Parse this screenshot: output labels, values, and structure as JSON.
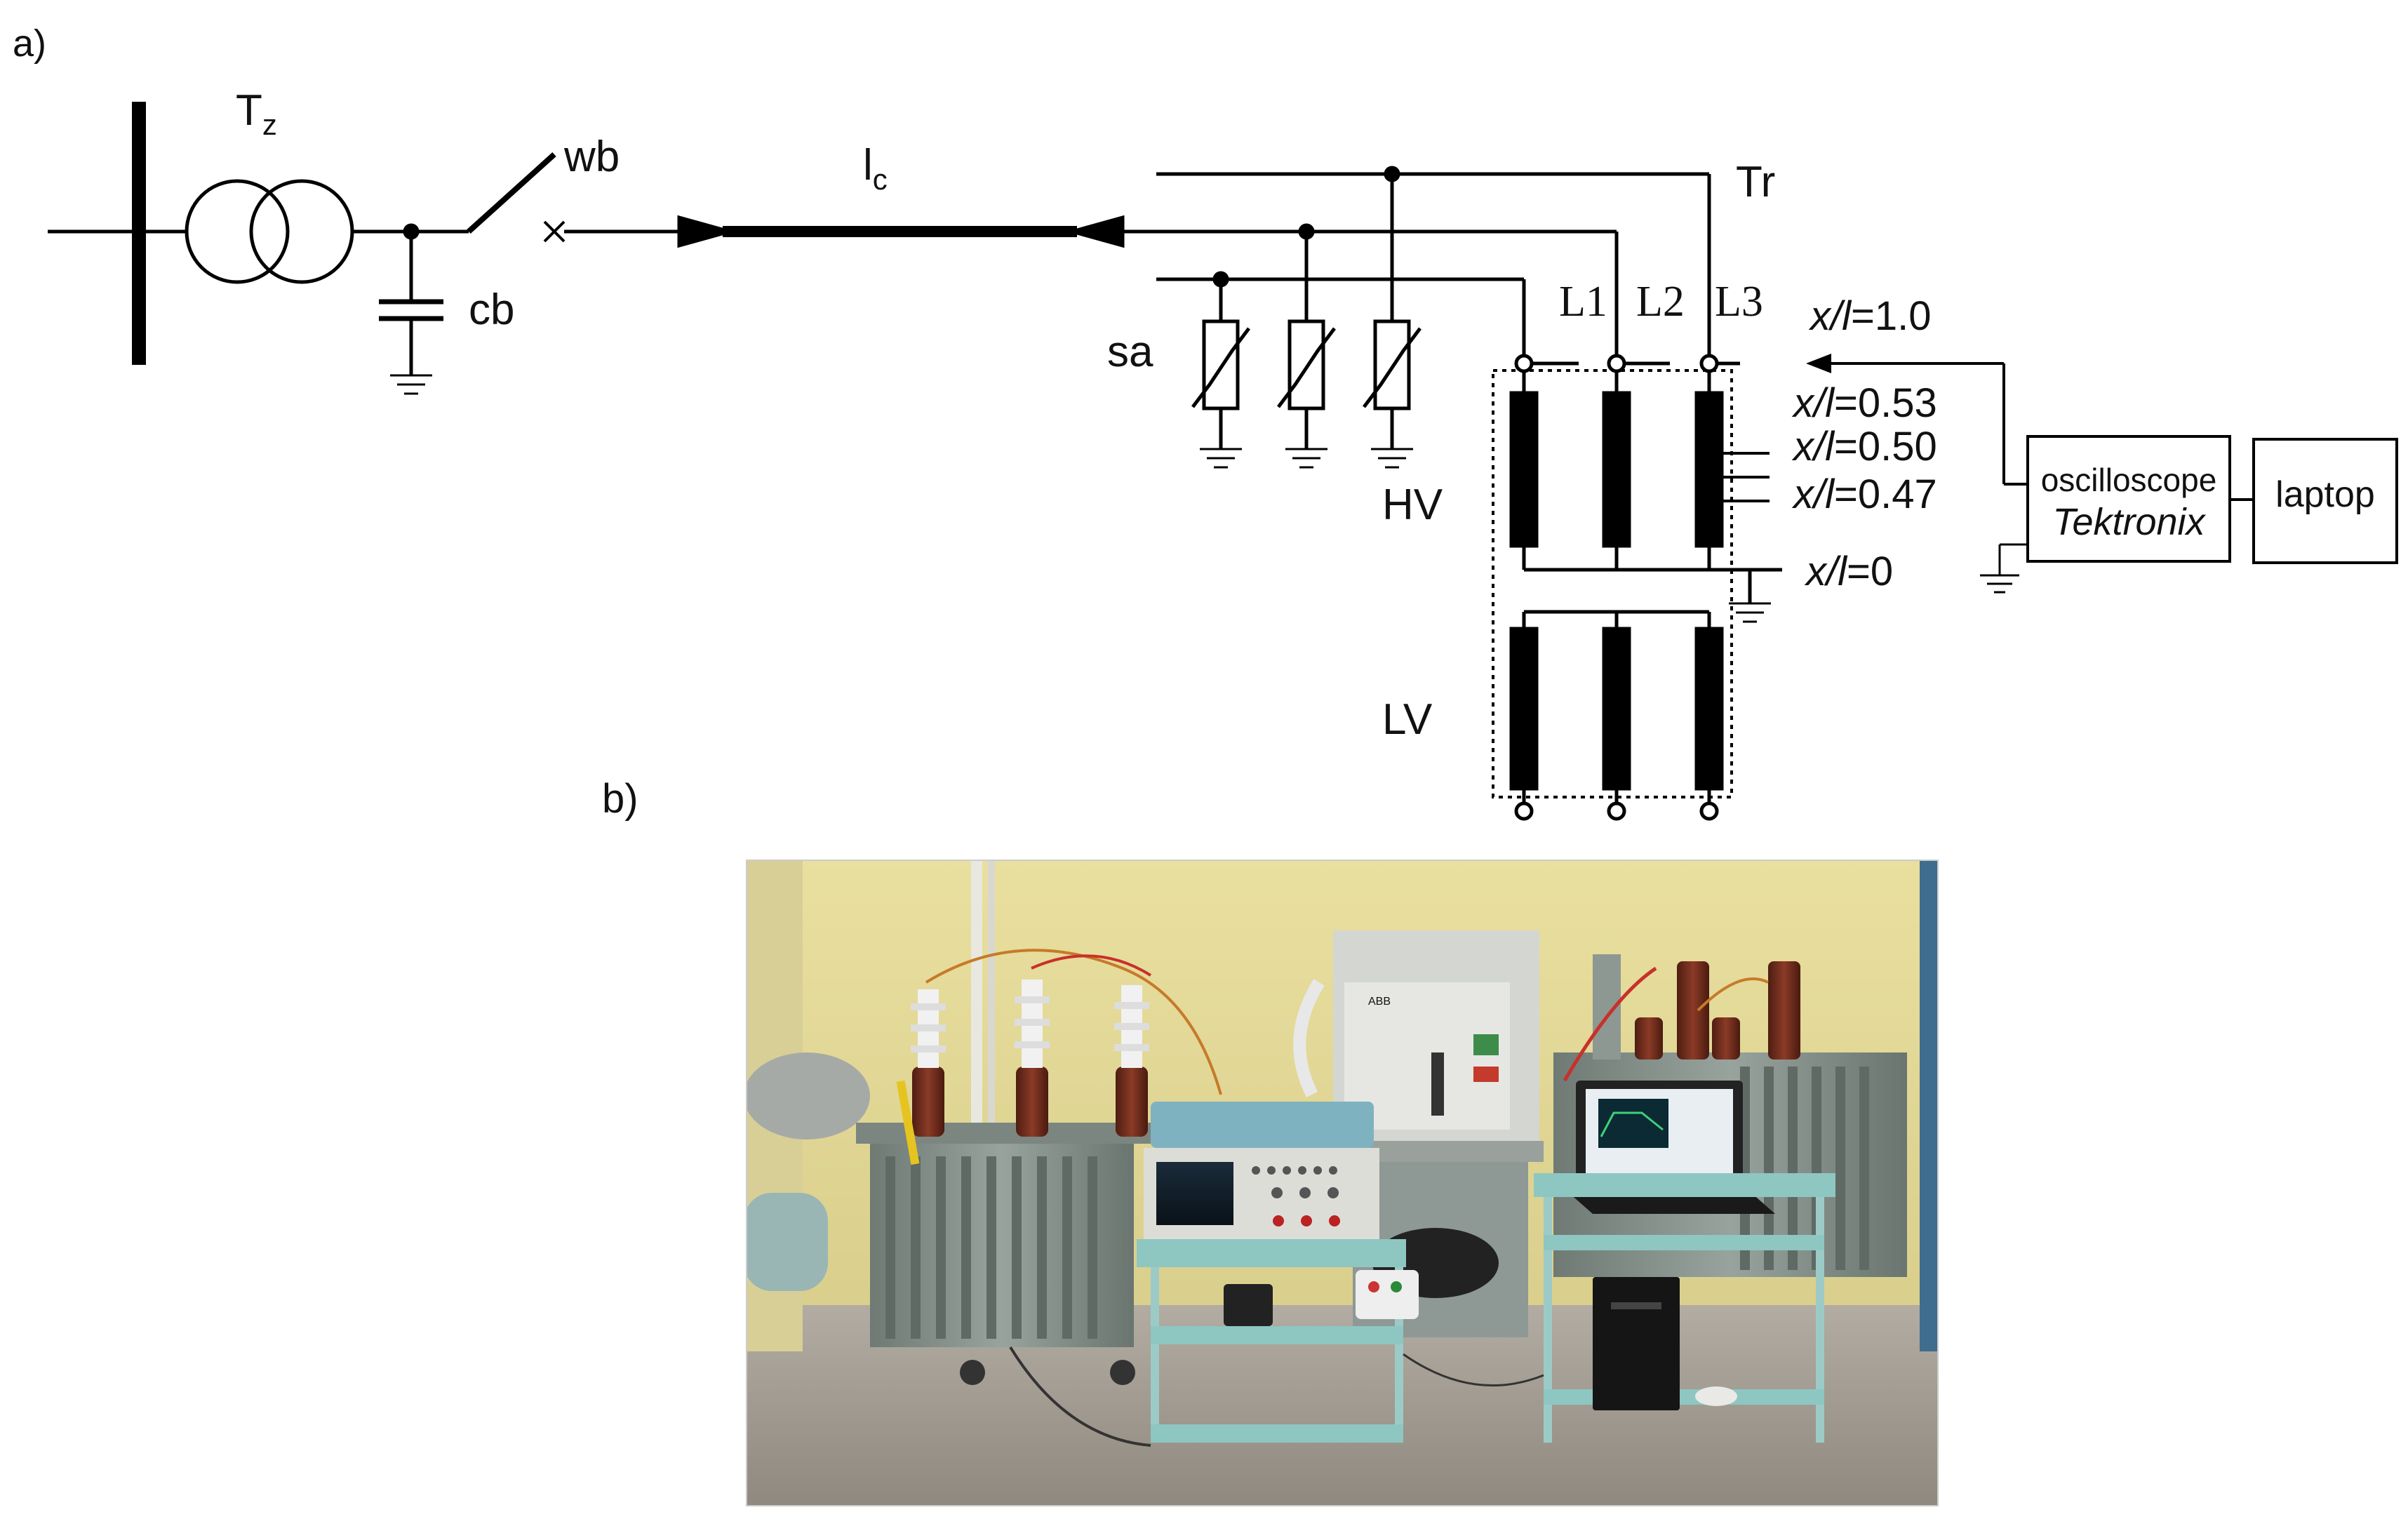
{
  "panel_a": {
    "label": "a)",
    "labels": {
      "tz": "T",
      "tz_sub": "z",
      "wb": "wb",
      "cb": "cb",
      "lc": "l",
      "lc_sub": "c",
      "tr": "Tr",
      "sa": "sa",
      "l1": "L1",
      "l2": "L2",
      "l3": "L3",
      "hv": "HV",
      "lv": "LV"
    },
    "taps": [
      {
        "var": "x/l",
        "value": "=1.0"
      },
      {
        "var": "x/l",
        "value": "=0.53"
      },
      {
        "var": "x/l",
        "value": "=0.50"
      },
      {
        "var": "x/l",
        "value": "=0.47"
      },
      {
        "var": "x/l",
        "value": "=0"
      }
    ],
    "oscilloscope": {
      "line1": "oscilloscope",
      "line2": "Tektronix"
    },
    "laptop": "laptop"
  },
  "panel_b": {
    "label": "b)",
    "photo_caption": "ABB"
  },
  "colors": {
    "ink": "#000000",
    "wall": "#e6dc9a",
    "tank": "#7f8a84",
    "bushing_brown": "#6b2b1c",
    "cart": "#8ec6c2",
    "floor": "#a49e94"
  }
}
